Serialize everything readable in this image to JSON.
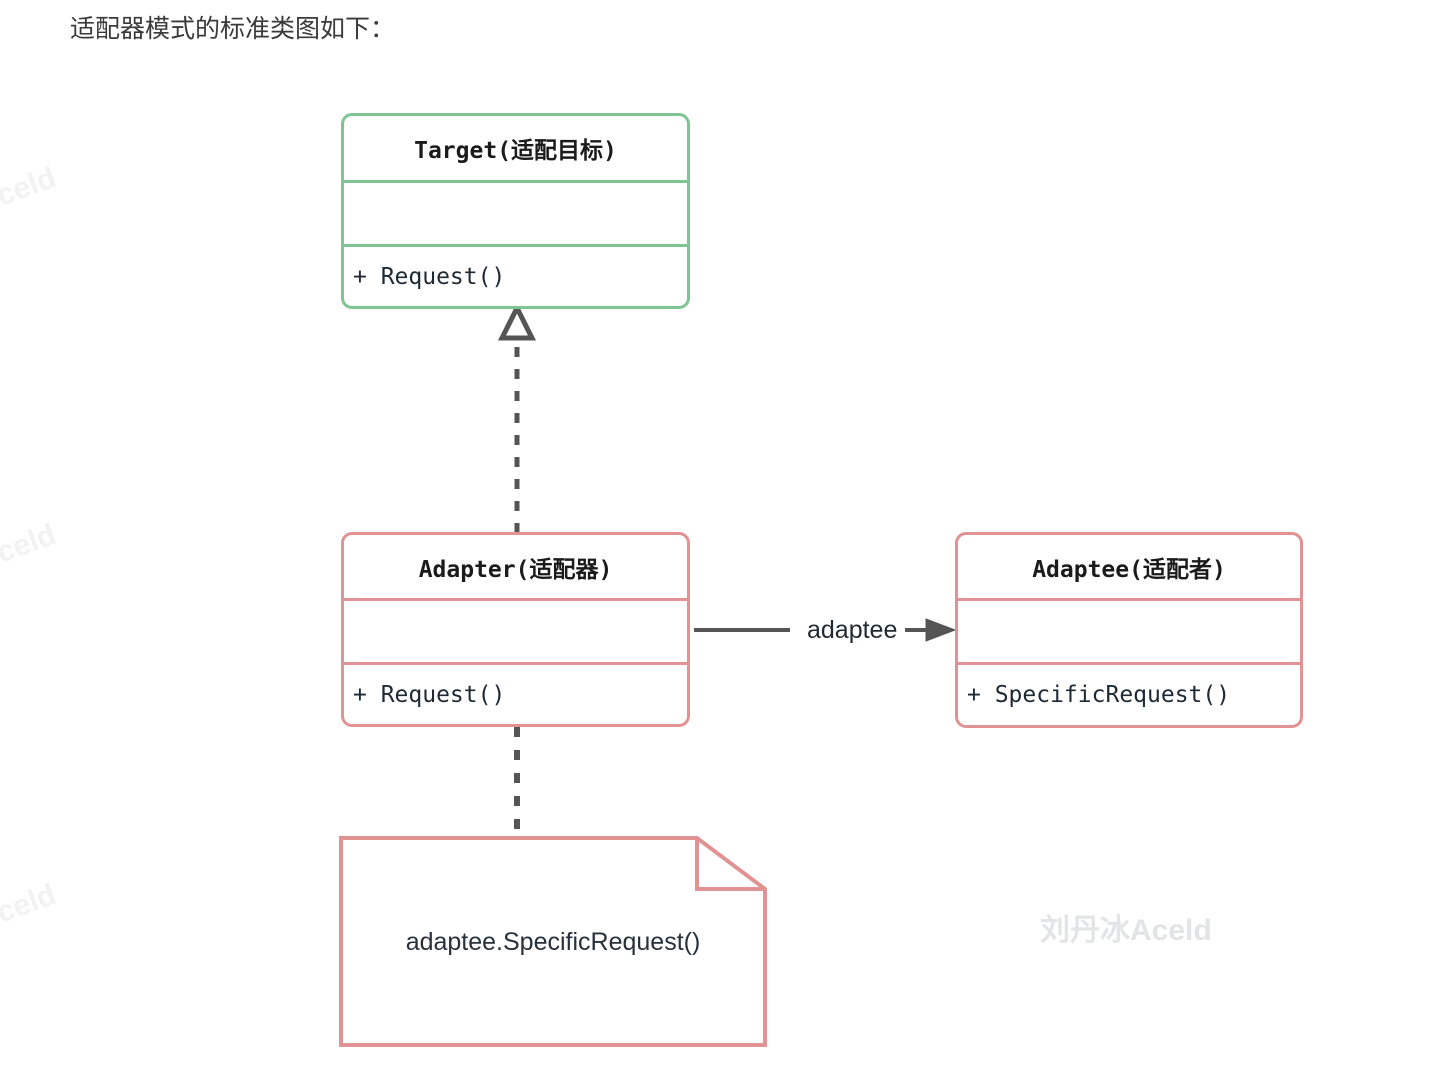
{
  "page": {
    "title": "适配器模式的标准类图如下：",
    "background": "#ffffff"
  },
  "watermarks": {
    "main": "刘丹冰Aceld",
    "side": [
      "Aceld",
      "Aceld",
      "Aceld"
    ],
    "main_color": "#e2e4e5",
    "side_color": "#f2f2f2"
  },
  "diagram": {
    "type": "uml-class-diagram",
    "pattern": "Adapter Pattern",
    "colors": {
      "interface_border": "#7fc593",
      "class_border": "#e09392",
      "connector": "#555555",
      "text": "#1d2a35"
    },
    "classes": [
      {
        "id": "target",
        "name": "Target(适配目标)",
        "stereotype": "interface",
        "border_color": "#7fc593",
        "attributes": [],
        "methods": [
          "+ Request()"
        ]
      },
      {
        "id": "adapter",
        "name": "Adapter(适配器)",
        "stereotype": "class",
        "border_color": "#e09392",
        "attributes": [],
        "methods": [
          "+ Request()"
        ]
      },
      {
        "id": "adaptee",
        "name": "Adaptee(适配者)",
        "stereotype": "class",
        "border_color": "#e09392",
        "attributes": [],
        "methods": [
          "+ SpecificRequest()"
        ]
      }
    ],
    "notes": [
      {
        "id": "note-adapter-body",
        "text": "adaptee.SpecificRequest()",
        "attached_to": "adapter",
        "border_color": "#e09392"
      }
    ],
    "relations": [
      {
        "id": "rel-realization",
        "from": "adapter",
        "to": "target",
        "type": "realization",
        "line": "dashed",
        "arrow": "hollow-triangle",
        "label": ""
      },
      {
        "id": "rel-association",
        "from": "adapter",
        "to": "adaptee",
        "type": "association",
        "line": "solid",
        "arrow": "solid-arrow",
        "label": "adaptee"
      },
      {
        "id": "rel-note-link",
        "from": "adapter",
        "to": "note-adapter-body",
        "type": "note-link",
        "line": "dashed",
        "arrow": "none",
        "label": ""
      }
    ]
  }
}
